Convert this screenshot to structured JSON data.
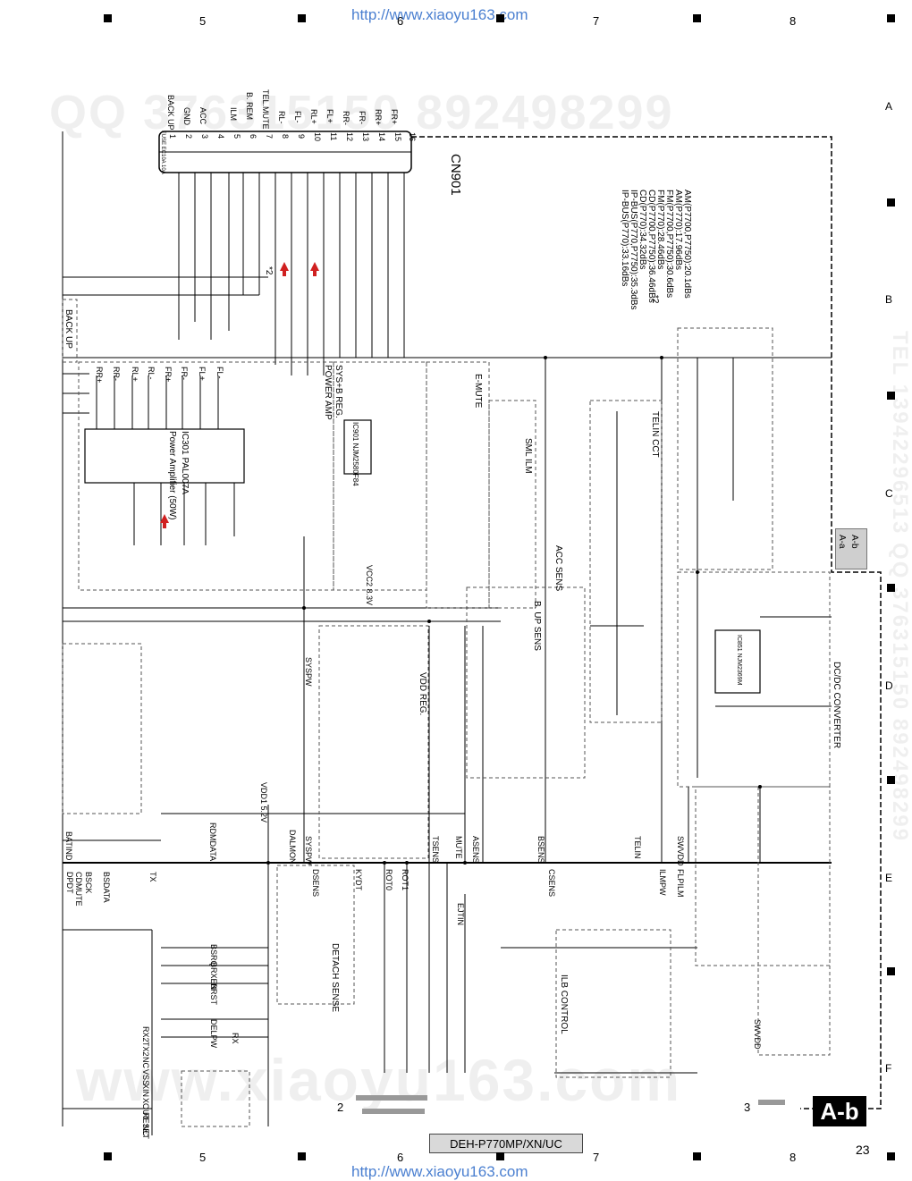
{
  "header": {
    "url": "http://www.xiaoyu163.com",
    "col_numbers": [
      "5",
      "6",
      "7",
      "8"
    ]
  },
  "footer": {
    "url": "http://www.xiaoyu163.com",
    "col_numbers": [
      "5",
      "6",
      "7",
      "8"
    ],
    "model": "DEH-P770MP/XN/UC",
    "page_number": "23",
    "sheet_marker_left": "2",
    "sheet_marker_right": "3",
    "badge": "A-b"
  },
  "row_letters": [
    "A",
    "B",
    "C",
    "D",
    "E",
    "F"
  ],
  "watermarks": {
    "top": "QQ 376315150    892498299",
    "bottom": "www.xiaoyu163.com",
    "right_side": "TEL 13942296513  QQ 376315150  892498299"
  },
  "side_tab": {
    "upper": "A-b",
    "lower": "A-a"
  },
  "connector": {
    "name": "CN901",
    "pin_labels": [
      "BACK UP",
      "GND",
      "ACC",
      "",
      "ILM",
      "B. REM",
      "TEL.MUTE",
      "RL-",
      "FL-",
      "RL+",
      "FL+",
      "RR-",
      "FR-",
      "RR+",
      "FR+",
      ""
    ],
    "pin_numbers": [
      "1",
      "2",
      "3",
      "4",
      "5",
      "6",
      "7",
      "8",
      "9",
      "10",
      "11",
      "12",
      "13",
      "14",
      "15",
      "16"
    ],
    "fuse": "FUSE EC10A 10A"
  },
  "levels": {
    "note": "*2",
    "lines": [
      "IP-BUS(P770):33.16dBs",
      "IP-BUS(P770,P7750):35.3dBs",
      "CD(P770):34.32dBs",
      "CD(P7700,P7750):36.46dBs",
      "FM(P770):28.46dBs",
      "FM(P7700,P7750):30.6dBs",
      "AM(P770):17.96dBs",
      "AM(P7700,P7750):20.1dBs"
    ]
  },
  "blocks": {
    "power_amp": "POWER AMP",
    "power_amp_ic": "IC301 PAL007A",
    "power_amp_desc": "Power Amplifier (50W)",
    "sys_reg": "SYS+B REG.",
    "sys_reg_ic": "IC901 NJM2580F84",
    "e_mute": "E-MUTE",
    "sml_ilm": "SML ILM",
    "acc_sens": "ACC SENS",
    "b_up_sens": "B. UP SENS",
    "vdd_reg": "VDD REG.",
    "telin_cct": "TELIN CCT",
    "dcdc": "DC/DC CONVERTER",
    "dcdc_ic": "IC851 NJM2369M",
    "detach": "DETACH SENSE",
    "ilb_control": "ILB CONTROL",
    "back_up": "BACK UP",
    "vdd1": "VDD1 5.2V",
    "vcc2": "VCC2 8.3V"
  },
  "signals": {
    "bus": [
      "BATIND",
      "RDMDATA",
      "DALMON",
      "SYSPW",
      "SYSPW",
      "DSENS",
      "TSENS",
      "MUTE",
      "ASENS",
      "BSENS",
      "TELIN",
      "ILMPW",
      "FLPILM",
      "SWVDD",
      "SWVDD",
      "KYDT",
      "ROT0",
      "ROT1",
      "EJTIN",
      "CSENS"
    ],
    "left": [
      "DPDT",
      "CDMUTE",
      "BSCK",
      "BSDATA",
      "TX",
      "RX",
      "BRXEN",
      "BRST",
      "BSRQ",
      "DELPW",
      "RX2",
      "TX2",
      "NC",
      "XIN",
      "XOUT",
      "VSS",
      "RESET",
      "NC"
    ],
    "outputs": [
      "RR+",
      "RR-",
      "RL+",
      "RL-",
      "FR+",
      "FR-",
      "FL+",
      "FL-"
    ]
  }
}
